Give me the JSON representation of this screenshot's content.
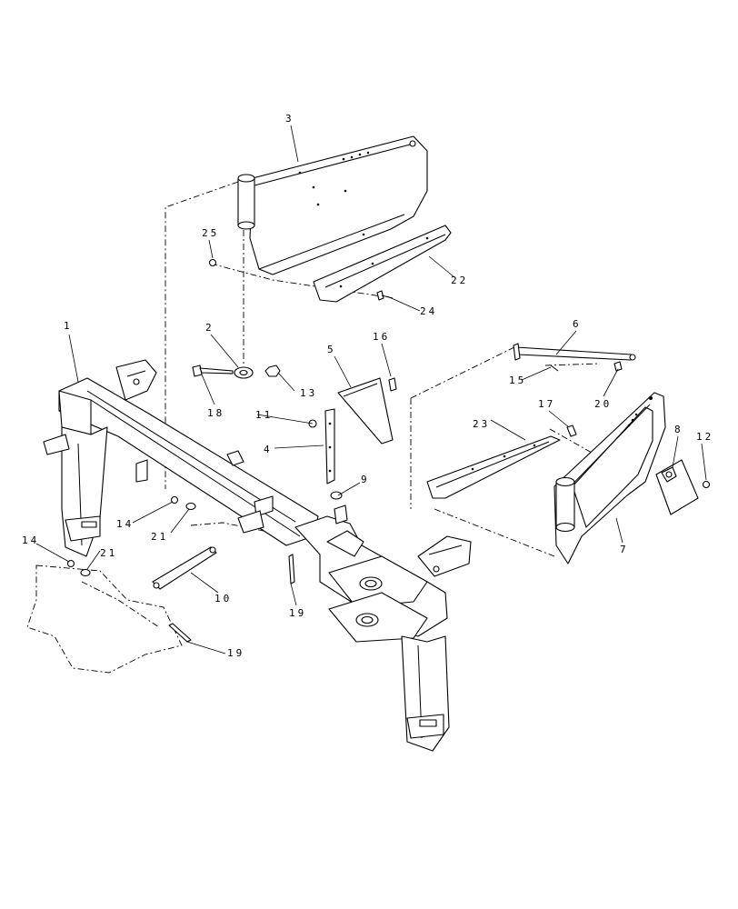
{
  "callouts": [
    {
      "id": "c1",
      "text": "1"
    },
    {
      "id": "c2",
      "text": "2"
    },
    {
      "id": "c3",
      "text": "3"
    },
    {
      "id": "c4",
      "text": "4"
    },
    {
      "id": "c5",
      "text": "5"
    },
    {
      "id": "c6",
      "text": "6"
    },
    {
      "id": "c7",
      "text": "7"
    },
    {
      "id": "c8",
      "text": "8"
    },
    {
      "id": "c9",
      "text": "9"
    },
    {
      "id": "c10",
      "text": "10"
    },
    {
      "id": "c11",
      "text": "11"
    },
    {
      "id": "c12",
      "text": "12"
    },
    {
      "id": "c13",
      "text": "13"
    },
    {
      "id": "c14a",
      "text": "14"
    },
    {
      "id": "c14b",
      "text": "14"
    },
    {
      "id": "c15",
      "text": "15"
    },
    {
      "id": "c16",
      "text": "16"
    },
    {
      "id": "c17",
      "text": "17"
    },
    {
      "id": "c18",
      "text": "18"
    },
    {
      "id": "c19a",
      "text": "19"
    },
    {
      "id": "c19b",
      "text": "19"
    },
    {
      "id": "c20",
      "text": "20"
    },
    {
      "id": "c21a",
      "text": "21"
    },
    {
      "id": "c21b",
      "text": "21"
    },
    {
      "id": "c22",
      "text": "22"
    },
    {
      "id": "c23",
      "text": "23"
    },
    {
      "id": "c24",
      "text": "24"
    },
    {
      "id": "c25",
      "text": "25"
    }
  ]
}
